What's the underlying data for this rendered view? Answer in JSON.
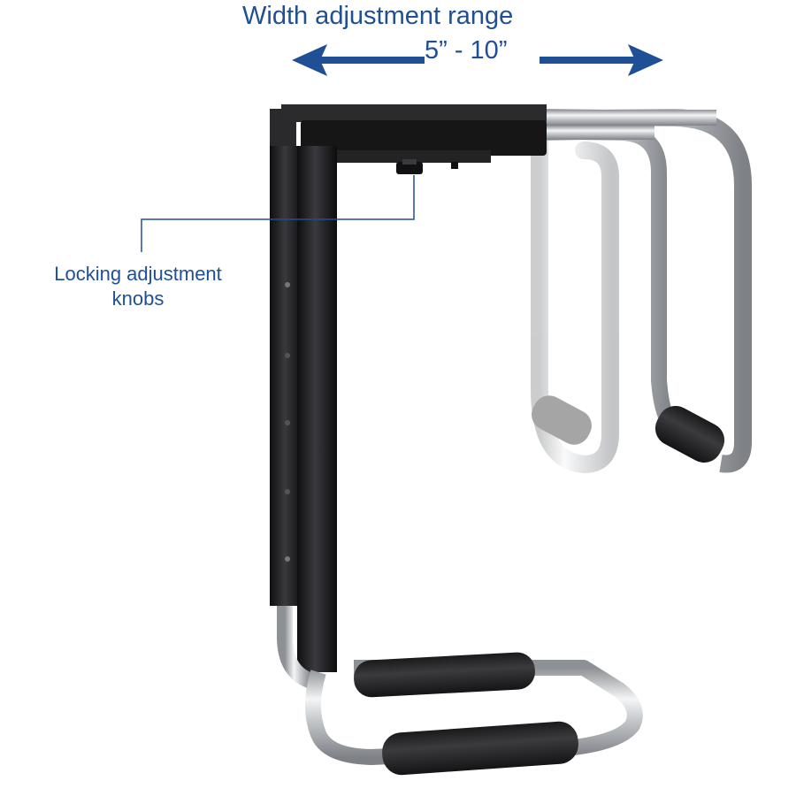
{
  "header": {
    "title_line1": "Width adjustment range",
    "title_line2": "5” - 10”"
  },
  "callout": {
    "label_line1": "Locking adjustment",
    "label_line2": "knobs"
  },
  "colors": {
    "accent_blue": "#1f4f95",
    "frame_black": "#1c1c1e",
    "chrome": "#c9cbcd",
    "foam": "#262628"
  },
  "icons": {
    "left_arrow": "arrow-left-icon",
    "right_arrow": "arrow-right-icon"
  }
}
